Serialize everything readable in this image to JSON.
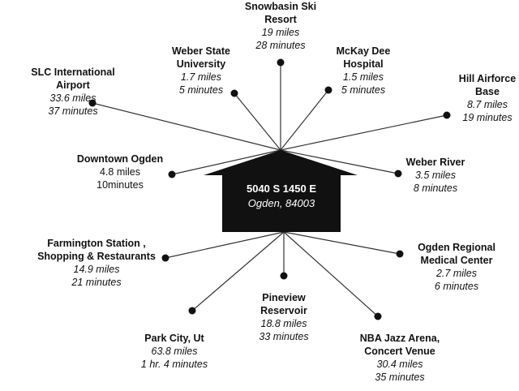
{
  "center": {
    "street": "5040 S 1450 E",
    "city": "Ogden, 84003"
  },
  "destinations": [
    {
      "id": "snowbasin",
      "name": "Snowbasin Ski Resort",
      "distance": "19 miles",
      "time": "28  minutes"
    },
    {
      "id": "weber-state",
      "name": "Weber State University",
      "distance": "1.7 miles",
      "time": "5 minutes"
    },
    {
      "id": "mckay-dee",
      "name": "McKay Dee Hospital",
      "distance": "1.5 miles",
      "time": "5 minutes"
    },
    {
      "id": "slc-airport",
      "name": "SLC International Airport",
      "distance": "33.6 miles",
      "time": "37 minutes"
    },
    {
      "id": "hill-afb",
      "name": "Hill Airforce Base",
      "distance": "8.7 miles",
      "time": "19 minutes"
    },
    {
      "id": "downtown-ogden",
      "name": "Downtown Ogden",
      "distance": "4.8 miles",
      "time": "10minutes"
    },
    {
      "id": "weber-river",
      "name": "Weber River",
      "distance": "3.5 miles",
      "time": "8 minutes"
    },
    {
      "id": "farmington",
      "name": "Farmington Station , Shopping & Restaurants",
      "distance": "14.9 miles",
      "time": "21 minutes"
    },
    {
      "id": "ogden-regional",
      "name": "Ogden Regional Medical Center",
      "distance": "2.7 miles",
      "time": "6 minutes"
    },
    {
      "id": "pineview",
      "name": "Pineview Reservoir",
      "distance": "18.8 miles",
      "time": "33 minutes"
    },
    {
      "id": "park-city",
      "name": "Park City, Ut",
      "distance": "63.8 miles",
      "time": "1 hr. 4 minutes"
    },
    {
      "id": "nba-jazz",
      "name": "NBA Jazz Arena, Concert Venue",
      "distance": "30.4 miles",
      "time": "35 minutes"
    }
  ]
}
